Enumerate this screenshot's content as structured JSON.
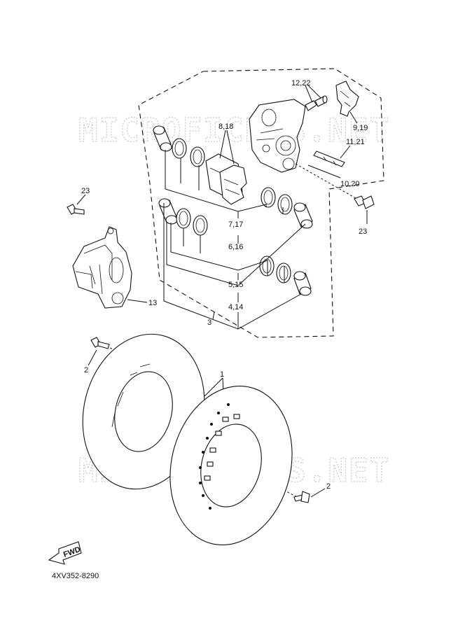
{
  "watermark": "MICROFICHES.NET",
  "diagram_code": "4XV352-8290",
  "fwd_label": "FWD",
  "callouts": {
    "c12_22": "12,22",
    "c8_18": "8,18",
    "c9_19": "9,19",
    "c11_21": "11,21",
    "c10_20": "10,20",
    "c23_left": "23",
    "c23_right": "23",
    "c7_17": "7,17",
    "c6_16": "6,16",
    "c5_15": "5,15",
    "c4_14": "4,14",
    "c3": "3",
    "c13": "13",
    "c1": "1",
    "c2_left": "2",
    "c2_right": "2"
  }
}
